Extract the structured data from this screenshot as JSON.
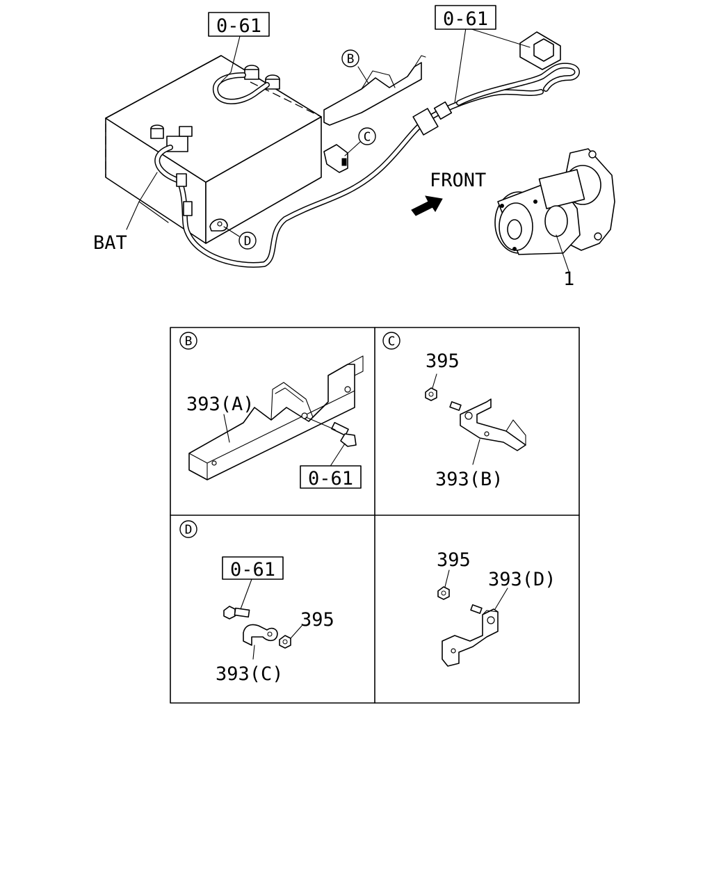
{
  "labels": {
    "ref_top_left": "0-61",
    "ref_top_right": "0-61",
    "front": "FRONT",
    "bat": "BAT",
    "part_starter": "1",
    "callout_b": "B",
    "callout_c": "C",
    "callout_d": "D"
  },
  "panels": {
    "b": {
      "letter": "B",
      "part": "393(A)",
      "ref": "0-61"
    },
    "c": {
      "letter": "C",
      "nut": "395",
      "part": "393(B)"
    },
    "d": {
      "letter": "D",
      "ref": "0-61",
      "nut": "395",
      "part": "393(C)"
    },
    "e": {
      "nut": "395",
      "part": "393(D)"
    }
  }
}
